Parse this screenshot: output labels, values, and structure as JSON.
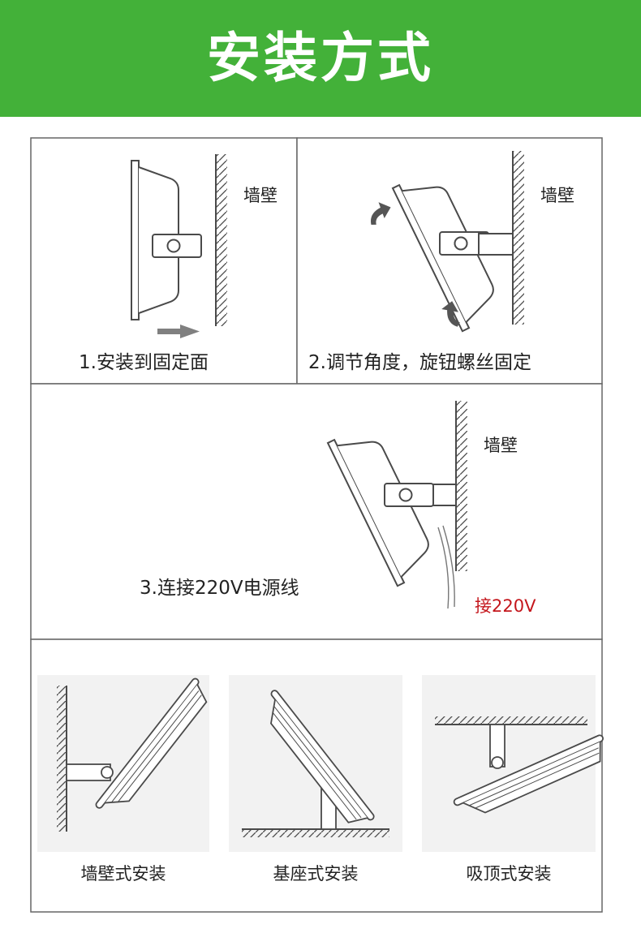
{
  "header": {
    "title": "安装方式"
  },
  "colors": {
    "header_bg": "#43b139",
    "line": "#4a4a4a",
    "arrow": "#808080",
    "voltage_label": "#c4161c",
    "panel_bg": "#f2f2f2"
  },
  "steps": [
    {
      "label": "1.安装到固定面",
      "wall_label": "墙壁"
    },
    {
      "label": "2.调节角度，旋钮螺丝固定",
      "wall_label": "墙壁"
    },
    {
      "label": "3.连接220V电源线",
      "wall_label": "墙壁",
      "voltage_label": "接220V"
    }
  ],
  "methods": [
    {
      "label": "墙壁式安装"
    },
    {
      "label": "基座式安装"
    },
    {
      "label": "吸顶式安装"
    }
  ]
}
